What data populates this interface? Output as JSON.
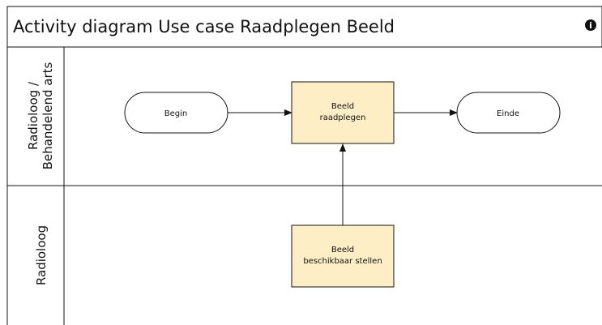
{
  "diagram": {
    "title": "Activity diagram Use case Raadplegen Beeld",
    "info_icon": "info-icon",
    "lanes": [
      {
        "line1": "Radioloog /",
        "line2": "Behandelend arts"
      },
      {
        "line1": "Radioloog"
      }
    ],
    "nodes": {
      "begin": "Begin",
      "einde": "Einde",
      "beeld_raadplegen": {
        "line1": "Beeld",
        "line2": "raadplegen"
      },
      "beeld_beschikbaar": {
        "line1": "Beeld",
        "line2": "beschikbaar stellen"
      }
    },
    "colors": {
      "activity_fill": "#fdeec6",
      "line": "#111111"
    }
  }
}
